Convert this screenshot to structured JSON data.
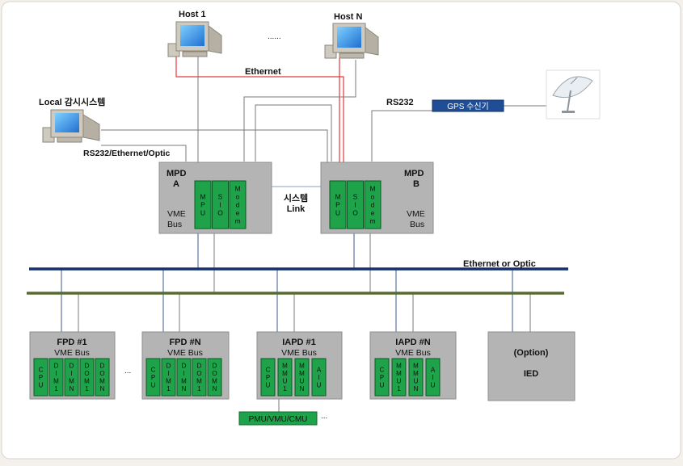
{
  "hosts": {
    "host1": "Host  1",
    "hostn": "Host  N",
    "dots": "......",
    "local": "Local 감시시스템",
    "local_link": "RS232/Ethernet/Optic"
  },
  "links": {
    "ethernet": "Ethernet",
    "rs232": "RS232",
    "gps": "GPS 수신기",
    "system_link_1": "시스템",
    "system_link_2": "Link",
    "bus": "Ethernet  or  Optic"
  },
  "mpd_a": {
    "title": "MPD",
    "sub": "A",
    "bus1": "VME",
    "bus2": "Bus",
    "cards": [
      {
        "chars": [
          "M",
          "P",
          "U"
        ]
      },
      {
        "chars": [
          "S",
          "I",
          "O"
        ]
      },
      {
        "chars": [
          "M",
          "o",
          "d",
          "e",
          "m"
        ]
      }
    ]
  },
  "mpd_b": {
    "title": "MPD",
    "sub": "B",
    "bus1": "VME",
    "bus2": "Bus",
    "cards": [
      {
        "chars": [
          "M",
          "P",
          "U"
        ]
      },
      {
        "chars": [
          "S",
          "I",
          "O"
        ]
      },
      {
        "chars": [
          "M",
          "o",
          "d",
          "e",
          "m"
        ]
      }
    ]
  },
  "fpd1": {
    "title": "FPD  #1",
    "bus": "VME  Bus",
    "cards": [
      {
        "chars": [
          "C",
          "P",
          "U"
        ]
      },
      {
        "chars": [
          "D",
          "I",
          "M",
          "1"
        ]
      },
      {
        "chars": [
          "D",
          "I",
          "M",
          "N"
        ]
      },
      {
        "chars": [
          "D",
          "O",
          "M",
          "1"
        ]
      },
      {
        "chars": [
          "D",
          "O",
          "M",
          "N"
        ]
      }
    ]
  },
  "fpdn": {
    "title": "FPD  #N",
    "bus": "VME  Bus",
    "cards": [
      {
        "chars": [
          "C",
          "P",
          "U"
        ]
      },
      {
        "chars": [
          "D",
          "I",
          "M",
          "1"
        ]
      },
      {
        "chars": [
          "D",
          "I",
          "M",
          "N"
        ]
      },
      {
        "chars": [
          "D",
          "O",
          "M",
          "1"
        ]
      },
      {
        "chars": [
          "D",
          "O",
          "M",
          "N"
        ]
      }
    ]
  },
  "iapd1": {
    "title": "IAPD  #1",
    "bus": "VME  Bus",
    "cards": [
      {
        "chars": [
          "C",
          "P",
          "U"
        ]
      },
      {
        "chars": [
          "M",
          "M",
          "U",
          "1"
        ]
      },
      {
        "chars": [
          "M",
          "M",
          "U",
          "N"
        ]
      },
      {
        "chars": [
          "A",
          "I",
          "U"
        ]
      }
    ]
  },
  "iapdn": {
    "title": "IAPD  #N",
    "bus": "VME  Bus",
    "cards": [
      {
        "chars": [
          "C",
          "P",
          "U"
        ]
      },
      {
        "chars": [
          "M",
          "M",
          "U",
          "1"
        ]
      },
      {
        "chars": [
          "M",
          "M",
          "U",
          "N"
        ]
      },
      {
        "chars": [
          "A",
          "I",
          "U"
        ]
      }
    ]
  },
  "option": {
    "title": "(Option)",
    "ied": "IED"
  },
  "pmu": "PMU/VMU/CMU",
  "ellipsis": "…",
  "gap_dots": "...",
  "colors": {
    "ethernet_bus": "#16306e",
    "optic_bus": "#566b2e",
    "ethernet_red": "#e23a3a",
    "card_green": "#1ea34a",
    "box_gray": "#b4b4b4",
    "gps_blue": "#1f4e96"
  }
}
